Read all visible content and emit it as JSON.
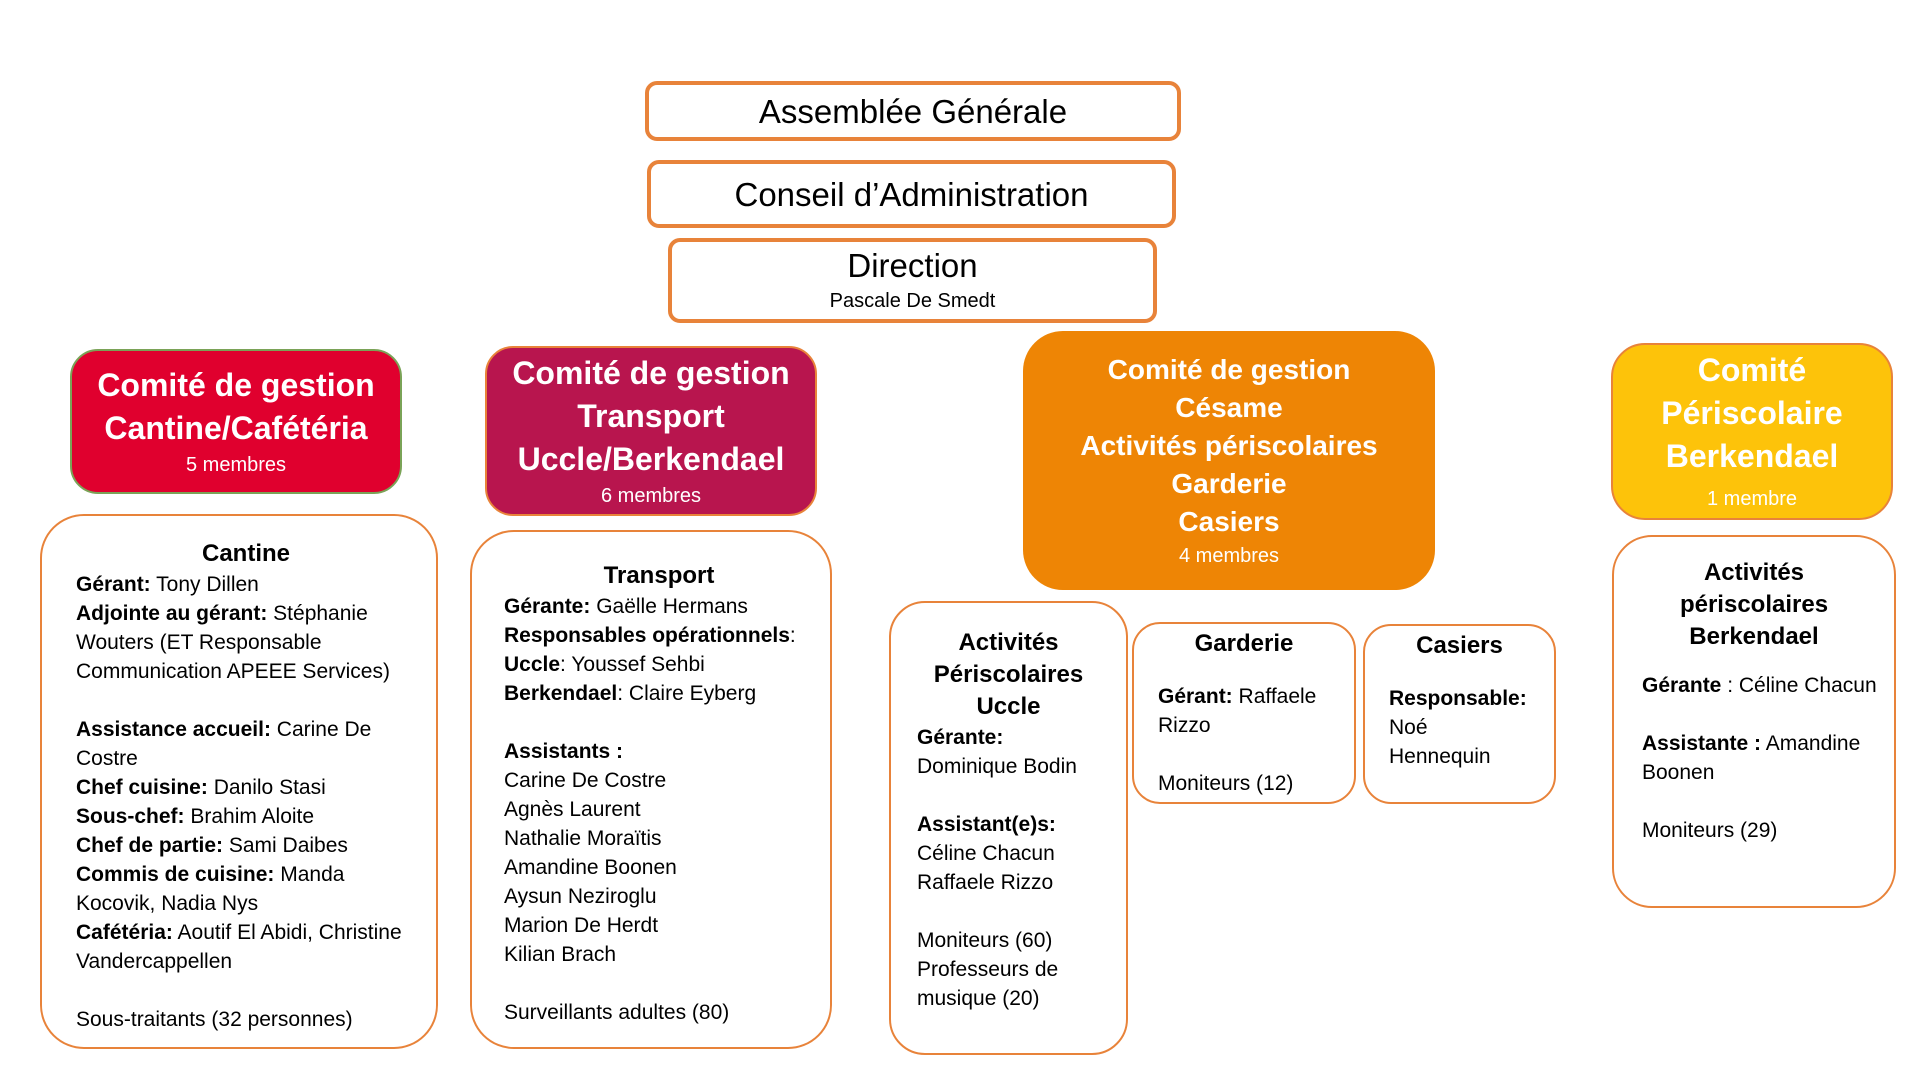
{
  "top": {
    "assemblee": "Assemblée Générale",
    "conseil": "Conseil d’Administration",
    "direction": {
      "title": "Direction",
      "name": "Pascale De Smedt"
    }
  },
  "colors": {
    "border_orange": "#e8833a",
    "cantine_red": "#e0002e",
    "transport_magenta": "#b8154e",
    "cesame_orange": "#ee8505",
    "periscolaire_yellow": "#fdc30a"
  },
  "committees": [
    {
      "lines": [
        "Comité de gestion",
        "Cantine/Cafétéria"
      ],
      "members": "5 membres"
    },
    {
      "lines": [
        "Comité de gestion",
        "Transport",
        "Uccle/Berkendael"
      ],
      "members": "6 membres"
    },
    {
      "lines": [
        "Comité de gestion",
        "Césame",
        "Activités périscolaires",
        "Garderie",
        "Casiers"
      ],
      "members": "4 membres"
    },
    {
      "lines": [
        "Comité",
        "Périscolaire",
        "Berkendael"
      ],
      "members": "1 membre"
    }
  ],
  "units": {
    "cantine": {
      "title": "Cantine",
      "rows": [
        {
          "label": "Gérant:",
          "value": " Tony Dillen"
        },
        {
          "label": "Adjointe au gérant:",
          "value": " Stéphanie Wouters (ET Responsable Communication APEEE Services)"
        },
        {
          "label": "Assistance accueil:",
          "value": " Carine De Costre"
        },
        {
          "label": "Chef cuisine:",
          "value": " Danilo Stasi"
        },
        {
          "label": "Sous-chef:",
          "value": " Brahim Aloite"
        },
        {
          "label": "Chef de partie:",
          "value": " Sami Daibes"
        },
        {
          "label": "Commis de cuisine:",
          "value": " Manda Kocovik, Nadia Nys"
        },
        {
          "label": "Cafétéria:",
          "value": " Aoutif El Abidi, Christine Vandercappellen"
        }
      ],
      "footer": "Sous-traitants (32 personnes)"
    },
    "transport": {
      "title": "Transport",
      "rows": [
        {
          "label": "Gérante:",
          "value": " Gaëlle Hermans"
        },
        {
          "label": "Responsables opérationnels",
          "value": ":"
        },
        {
          "label": "Uccle",
          "value": ": Youssef Sehbi"
        },
        {
          "label": "Berkendael",
          "value": ": Claire Eyberg"
        }
      ],
      "assistants_label": "Assistants :",
      "assistants": [
        "Carine De Costre",
        "Agnès Laurent",
        "Nathalie Moraïtis",
        "Amandine Boonen",
        "Aysun Neziroglu",
        "Marion De Herdt",
        "Kilian Brach"
      ],
      "footer": "Surveillants adultes (80)"
    },
    "activites_uccle": {
      "title": "Activités Périscolaires Uccle",
      "gerante_label": "Gérante:",
      "gerante": "Dominique Bodin",
      "assistants_label": "Assistant(e)s:",
      "assistants": [
        "Céline Chacun",
        "Raffaele Rizzo"
      ],
      "footer": [
        "Moniteurs (60)",
        "Professeurs de musique (20)"
      ]
    },
    "garderie": {
      "title": "Garderie",
      "label": "Gérant:",
      "value": " Raffaele Rizzo",
      "footer": "Moniteurs (12)"
    },
    "casiers": {
      "title": "Casiers",
      "label": "Responsable:",
      "value": "Noé Hennequin"
    },
    "activites_berkendael": {
      "title": "Activités périscolaires Berkendael",
      "gerante_label": "Gérante",
      "gerante": " : Céline Chacun",
      "assistante_label": "Assistante :",
      "assistante": " Amandine Boonen",
      "footer": "Moniteurs (29)"
    }
  }
}
